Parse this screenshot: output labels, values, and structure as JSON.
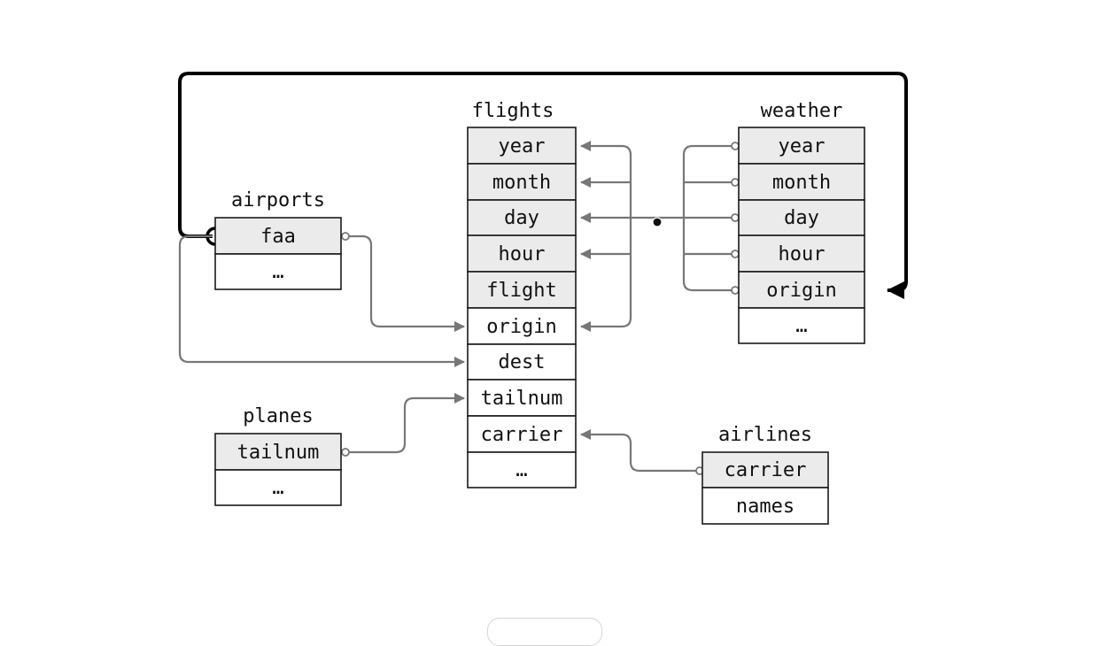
{
  "tables": {
    "flights": {
      "title": "flights",
      "fields": [
        "year",
        "month",
        "day",
        "hour",
        "flight",
        "origin",
        "dest",
        "tailnum",
        "carrier",
        "…"
      ]
    },
    "weather": {
      "title": "weather",
      "fields": [
        "year",
        "month",
        "day",
        "hour",
        "origin",
        "…"
      ]
    },
    "airports": {
      "title": "airports",
      "fields": [
        "faa",
        "…"
      ]
    },
    "planes": {
      "title": "planes",
      "fields": [
        "tailnum",
        "…"
      ]
    },
    "airlines": {
      "title": "airlines",
      "fields": [
        "carrier",
        "names"
      ]
    }
  },
  "colors": {
    "key_fill": "#ebebeb",
    "relation": "#777777",
    "highlight_relation": "#000000",
    "border": "#1a1a1a"
  }
}
